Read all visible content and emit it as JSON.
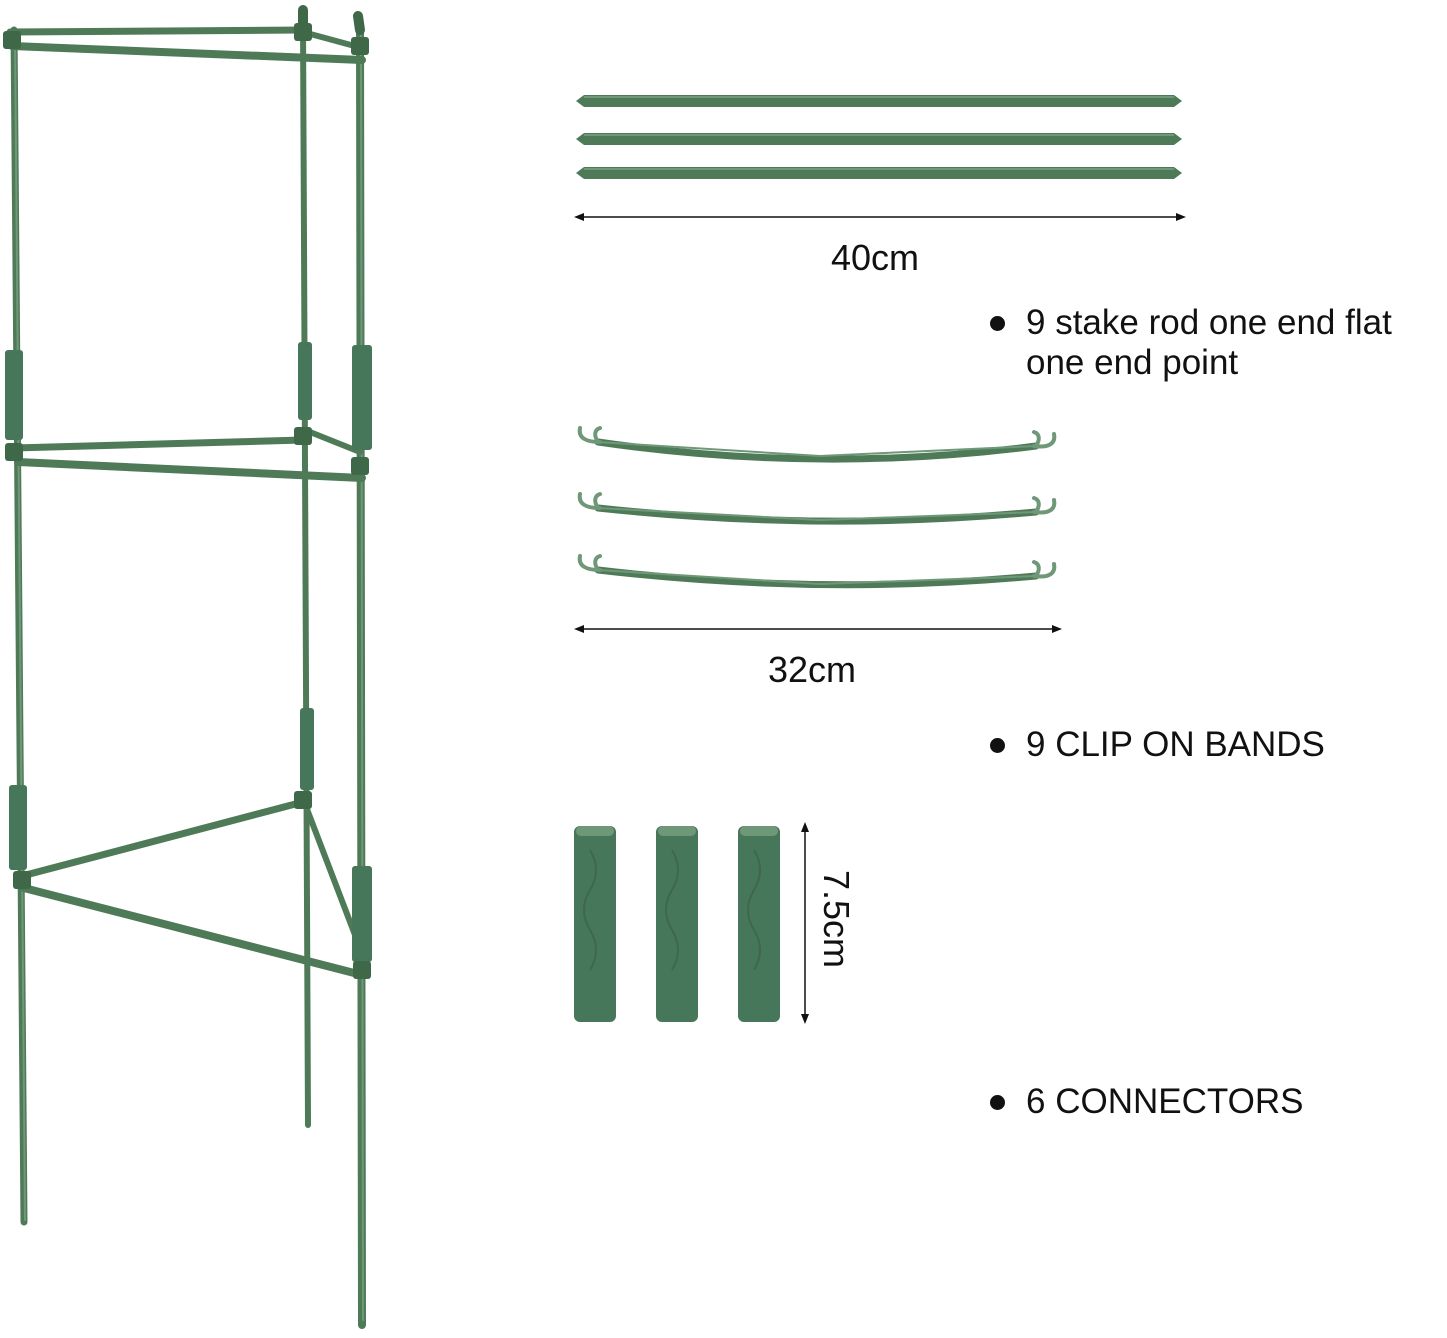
{
  "colors": {
    "rod_green": "#4f7a58",
    "rod_dark": "#3f6849",
    "rod_light": "#6f9878",
    "connector_green": "#47775a",
    "line_black": "#111111",
    "background": "#ffffff"
  },
  "dimensions": {
    "stake_length": "40cm",
    "band_length": "32cm",
    "connector_length": "7.5cm"
  },
  "features": [
    {
      "text": "9 stake rod one end flat one end point"
    },
    {
      "text": "9 CLIP ON BANDS"
    },
    {
      "text": "6 CONNECTORS"
    }
  ]
}
